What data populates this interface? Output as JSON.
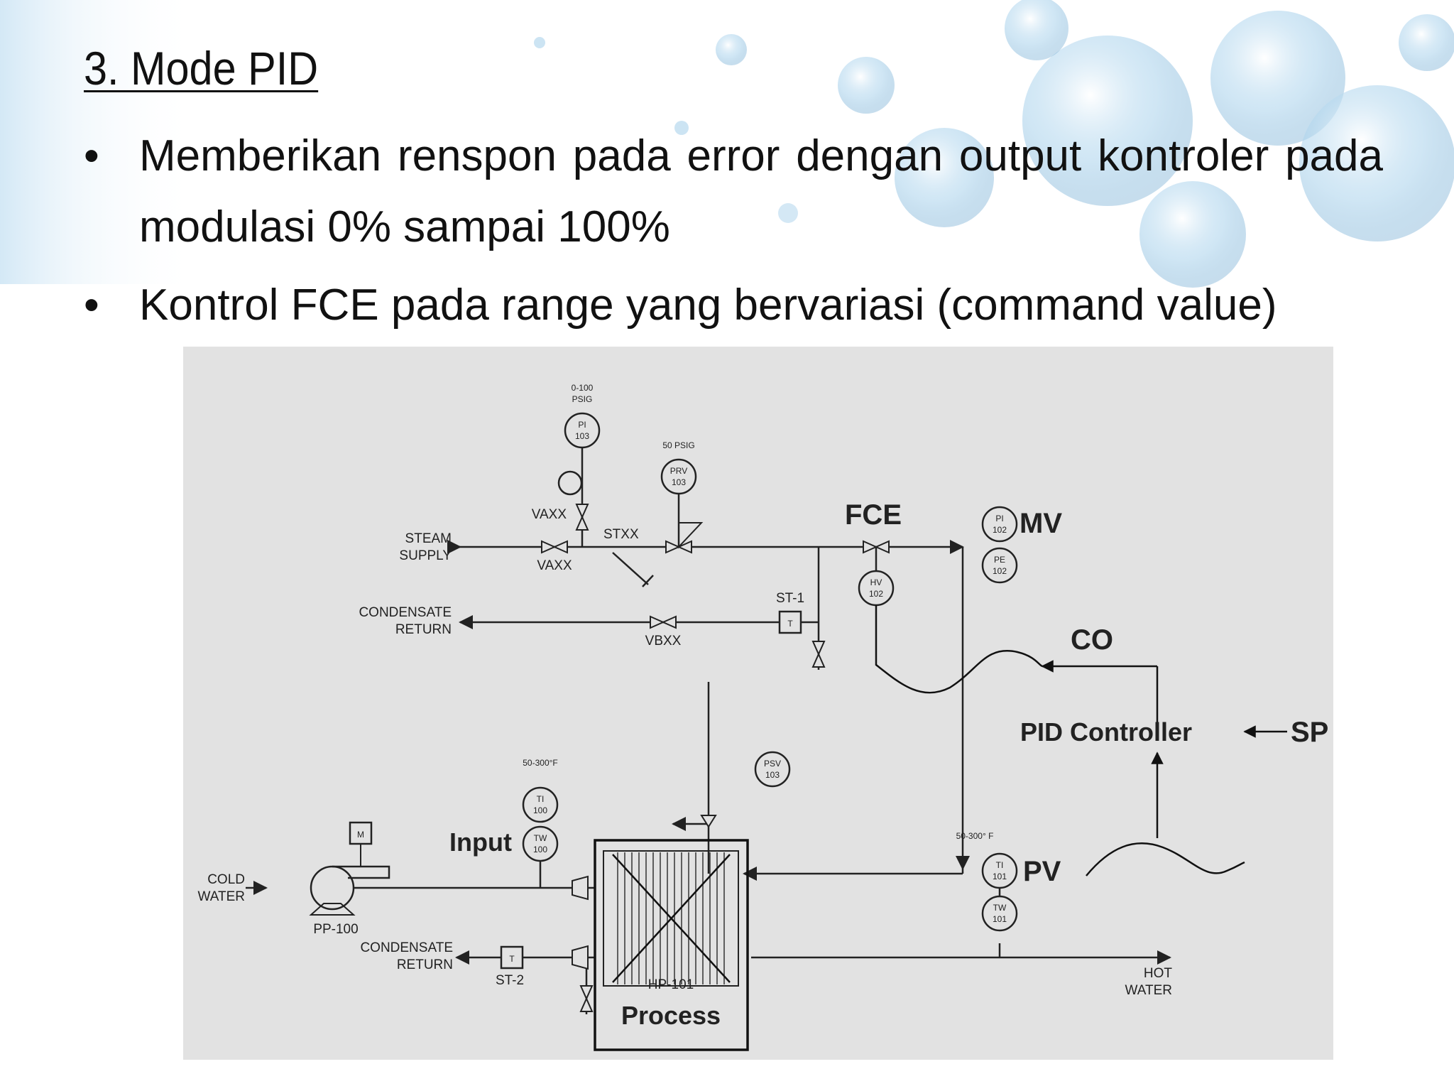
{
  "slide": {
    "title": "3. Mode PID",
    "bullets": [
      "Memberikan renspon pada error dengan output kontroler pada modulasi 0% sampai 100%",
      "Kontrol FCE pada range yang bervariasi (command value)"
    ]
  },
  "diagram": {
    "instruments": {
      "pi103": {
        "tag": "PI",
        "num": "103",
        "range": "0-100",
        "unit": "PSIG"
      },
      "prv103": {
        "tag": "PRV",
        "num": "103",
        "range": "50 PSIG"
      },
      "pi102": {
        "tag": "PI",
        "num": "102"
      },
      "pe102": {
        "tag": "PE",
        "num": "102"
      },
      "hv102": {
        "tag": "HV",
        "num": "102"
      },
      "ti100": {
        "tag": "TI",
        "num": "100",
        "range": "50-300°F"
      },
      "tw100": {
        "tag": "TW",
        "num": "100"
      },
      "psv103": {
        "tag": "PSV",
        "num": "103"
      },
      "ti101": {
        "tag": "TI",
        "num": "101",
        "range": "50-300° F"
      },
      "tw101": {
        "tag": "TW",
        "num": "101"
      }
    },
    "labels": {
      "steam_supply_1": "STEAM",
      "steam_supply_2": "SUPPLY",
      "condensate_return_top_1": "CONDENSATE",
      "condensate_return_top_2": "RETURN",
      "vaxx_top": "VAXX",
      "vaxx_bottom": "VAXX",
      "stxx": "STXX",
      "st1": "ST-1",
      "vbxx": "VBXX",
      "trap_letter_1": "T",
      "trap_letter_2": "T",
      "motor_letter": "M",
      "cold_water_1": "COLD",
      "cold_water_2": "WATER",
      "pp100": "PP-100",
      "condensate_return_bottom_1": "CONDENSATE",
      "condensate_return_bottom_2": "RETURN",
      "st2": "ST-2",
      "hp101": "HP-101",
      "hot_water_1": "HOT",
      "hot_water_2": "WATER"
    },
    "annotations": {
      "fce": "FCE",
      "mv": "MV",
      "co": "CO",
      "pid_controller": "PID Controller",
      "sp": "SP",
      "input": "Input",
      "pv": "PV",
      "process": "Process"
    },
    "colors": {
      "diagram_background": "#e2e2e2",
      "bubble_accent": "#7fb6d9"
    }
  }
}
